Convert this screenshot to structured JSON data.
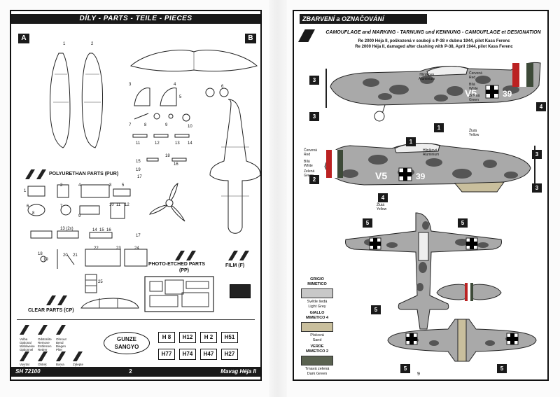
{
  "left": {
    "header": "DÍLY - PARTS - TEILE - PIECES",
    "sprue_a": "A",
    "sprue_b": "B",
    "part_numbers_a": [
      "1",
      "2"
    ],
    "part_numbers_b": [
      "3",
      "4",
      "5",
      "6",
      "7",
      "8",
      "9",
      "10",
      "11",
      "12",
      "13",
      "14",
      "15",
      "16",
      "17",
      "18",
      "19"
    ],
    "pur_title": "POLYURETHAN PARTS (PUR)",
    "pur_numbers": [
      "1",
      "2",
      "3",
      "4",
      "5",
      "6",
      "7",
      "8",
      "9",
      "10",
      "11",
      "12",
      "13 (2x)",
      "14",
      "15",
      "16",
      "17",
      "18",
      "19",
      "20",
      "21",
      "22",
      "23",
      "24",
      "25"
    ],
    "pe_title": "PHOTO-ETCHED PARTS",
    "pe_code": "(PP)",
    "film_title": "FILM (F)",
    "clear_title": "CLEAR PARTS (CP)",
    "legend": [
      {
        "label": "Volba\nOptional\nWahlweise\nOptionnel"
      },
      {
        "label": "Odstraňte\nRemove\nEntfernen\nRetirer"
      },
      {
        "label": "Ohnout\nBend\nBiegen\nPlier"
      },
      {
        "label": "Vyvrtat\nDrill\nBohren\nPercer"
      },
      {
        "label": "Obtisk\nDecal\nAbziehbild\nDécalcomanie"
      },
      {
        "label": "Barva\nColour\nFarbe\nCouleur"
      },
      {
        "label": "Zalepte\nClose\nZukleben\nFermer"
      }
    ],
    "logo_line1": "GUNZE",
    "logo_line2": "SANGYO",
    "paints": [
      "H 8",
      "H12",
      "H 2",
      "H51",
      "H77",
      "H74",
      "H47",
      "H27"
    ],
    "footer_code": "SH 72100",
    "footer_page": "2",
    "footer_name": "Mavag Héja II"
  },
  "right": {
    "header": "ZBARVENÍ a OZNAČOVÁNÍ",
    "subheader": "CAMOUFLAGE and MARKING - TARNUNG und KENNUNG - CAMOUFLAGE et DESIGNATION",
    "note_cz": "Re 2000 Héja II, poškozená v souboji s P-38 v dubnu 1944, pilot Kass Ferenc",
    "note_en": "Re 2000 Héja II, damaged after clashing with P-38, April 1944, pilot Kass Ferenc",
    "profile_code": "V5",
    "profile_number": "39",
    "callouts": [
      "3",
      "3",
      "1",
      "4",
      "2",
      "1",
      "4",
      "3",
      "3",
      "5",
      "5",
      "5",
      "5",
      "5"
    ],
    "color_labels": {
      "hlinikova": "Hliníková\nAluminium",
      "cervena": "Červená\nRed",
      "bila": "Bílá\nWhite",
      "zelena": "Zelená\nGreen",
      "zluta": "Žlutá\nYellow"
    },
    "swatches": [
      {
        "name": "GRIGIO\nMIMETICO",
        "color": "#c8c8c8",
        "desc": "Světle šedá\nLight Grey"
      },
      {
        "name": "GIALLO\nMIMETICO 4",
        "color": "#c9bf9d",
        "desc": "Písková\nSand"
      },
      {
        "name": "VERDE\nMIMETICO 2",
        "color": "#5a6250",
        "desc": "Tmavá zelená\nDark Green"
      }
    ],
    "footer_page": "9"
  }
}
